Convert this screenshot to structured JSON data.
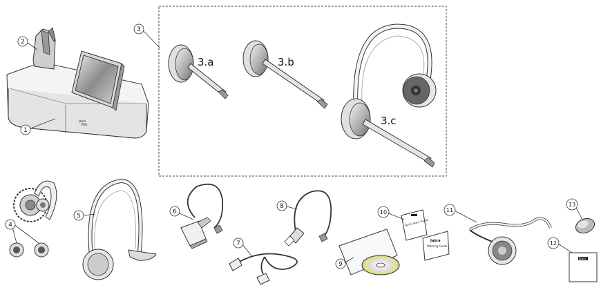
{
  "callouts": {
    "c1": "1",
    "c2": "2",
    "c3": "3",
    "c4": "4",
    "c5": "5",
    "c6": "6",
    "c7": "7",
    "c8": "8",
    "c9": "9",
    "c10": "10",
    "c11": "11",
    "c12": "12",
    "c13": "13"
  },
  "sublabels": {
    "a": "3.a",
    "b": "3.b",
    "c": "3.c"
  },
  "base_brand": "Jabra",
  "base_model": "PRO",
  "booklet_qsg": "Quick Start Guide",
  "booklet_jabra": "Jabra",
  "booklet_warning": "Warning Guide",
  "package_brand": "Jabra"
}
